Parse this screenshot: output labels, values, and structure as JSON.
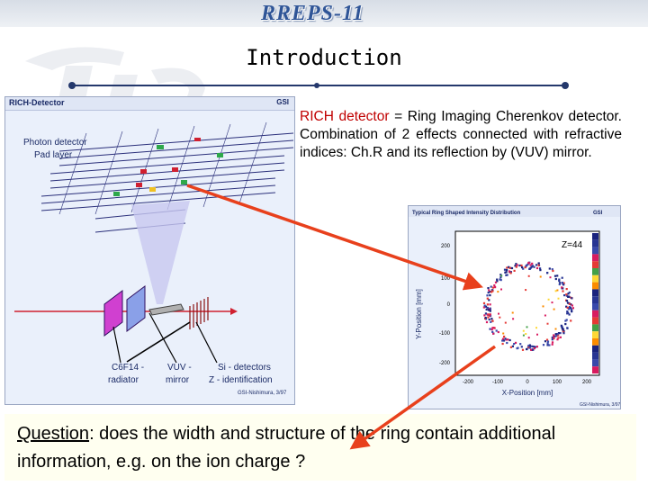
{
  "header": {
    "logo_text": "RREPS-11"
  },
  "slide": {
    "title": "Introduction"
  },
  "rich_figure": {
    "header_title": "RICH-Detector",
    "header_logo": "GSI",
    "photon_label_1": "Photon detector",
    "photon_label_2": "Pad layer",
    "radiator_label_1": "C6F14 -",
    "radiator_label_2": "radiator",
    "mirror_label_1": "VUV -",
    "mirror_label_2": "mirror",
    "si_label_1": "Si - detectors",
    "si_label_2": "Z - identification",
    "credit": "GSI-Nishimura, 3/97"
  },
  "ring_figure": {
    "header_title": "Typical Ring Shaped Intensity Distribution",
    "header_logo": "GSI",
    "z_label": "Z=44",
    "ylabel": "Y-Position [mm]",
    "xlabel": "X-Position [mm]",
    "yticks": [
      "200",
      "100",
      "0",
      "-100",
      "-200"
    ],
    "xticks": [
      "-200",
      "-100",
      "0",
      "100",
      "200"
    ],
    "credit": "GSI-Nishimura, 3/97"
  },
  "body": {
    "highlight": "RICH detector",
    "text": " = Ring Imaging Cherenkov detector. Combination of 2 effects connected with refractive indices: Ch.R and its reflection by (VUV) mirror."
  },
  "question": {
    "label": "Question",
    "text": ": does the width and structure of the ring contain additional information, e.g. on the ion charge ?"
  },
  "colors": {
    "accent_red": "#e8401c",
    "title_rule": "#24386c",
    "highlight": "#c00000",
    "header_logo": "#2f5597"
  }
}
